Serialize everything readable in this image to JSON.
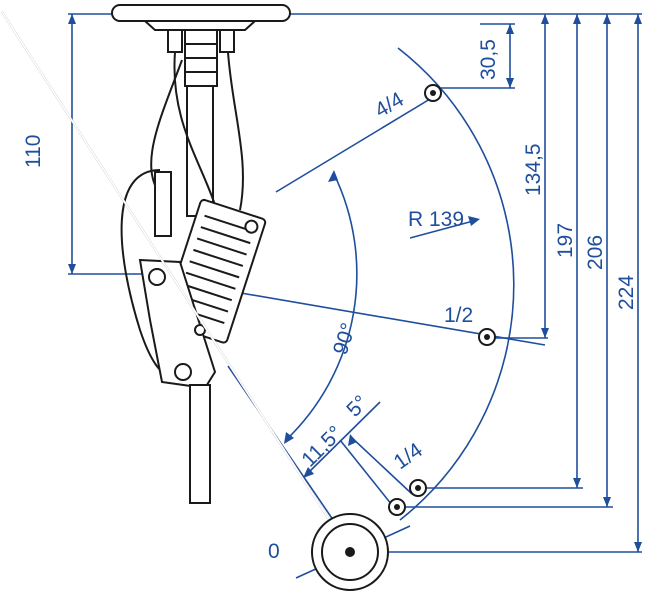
{
  "colors": {
    "dimension": "#1f4e9c",
    "drawing": "#1a1a1a",
    "background": "#ffffff"
  },
  "dimensions": {
    "top_offset": "30,5",
    "arm_pivot_height": "110",
    "half_level": "134,5",
    "quarter_level": "197",
    "five_deg_level": "206",
    "total_height": "224",
    "radius": "R 139",
    "sweep_angle": "90°",
    "offset_angle_a": "11,5°",
    "offset_angle_b": "5°"
  },
  "positions": {
    "full": "4/4",
    "half": "1/2",
    "quarter": "1/4",
    "empty": "0"
  }
}
